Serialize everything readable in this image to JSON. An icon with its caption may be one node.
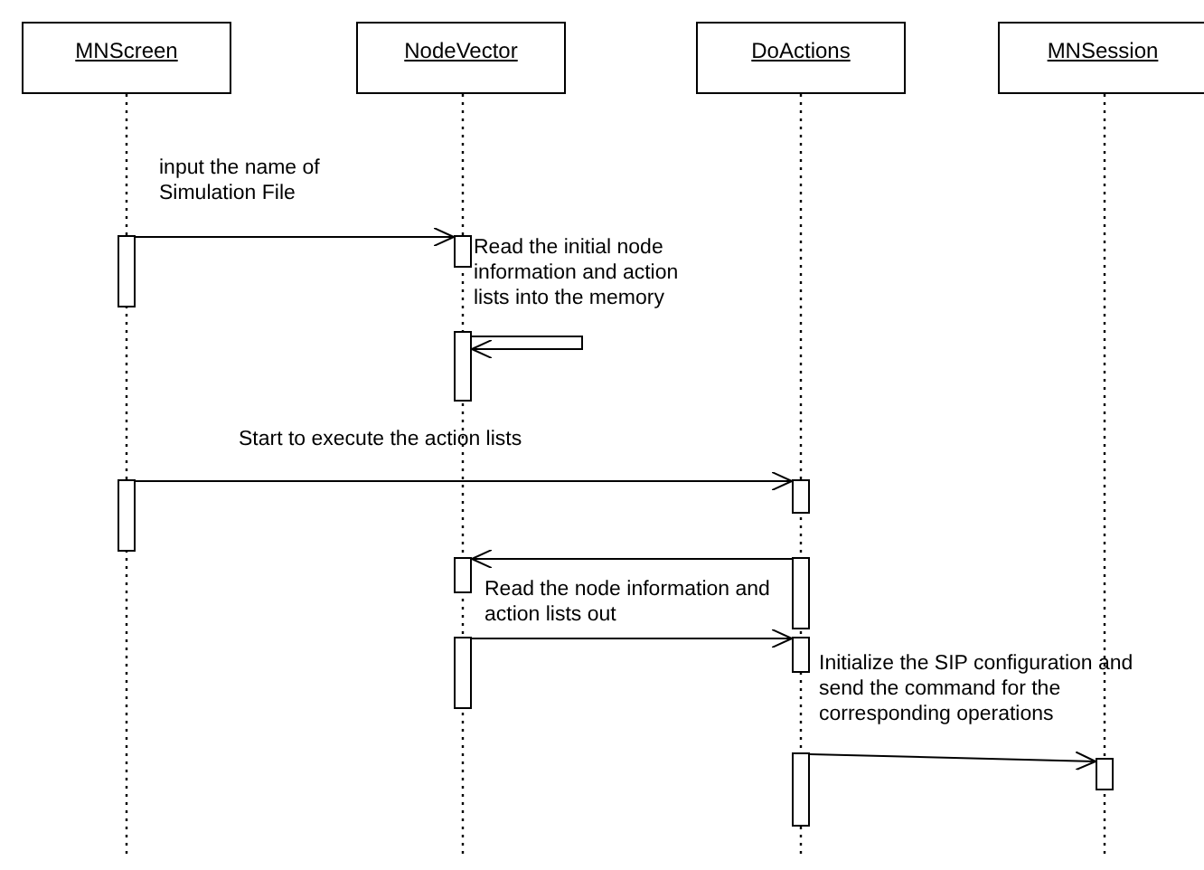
{
  "diagram": {
    "nodes": [
      {
        "text": [
          "MNScreen"
        ]
      },
      {
        "text": [
          "NodeVector"
        ]
      },
      {
        "text": [
          "DoActions"
        ]
      },
      {
        "text": [
          "MNSession"
        ]
      },
      {
        "text": [],
        "shape": "bar"
      },
      {
        "text": [],
        "shape": "bar"
      },
      {
        "text": [],
        "shape": "bar"
      },
      {
        "text": [],
        "shape": "bar"
      },
      {
        "text": [],
        "shape": "bar"
      },
      {
        "text": [],
        "shape": "bar"
      },
      {
        "text": [],
        "shape": "bar"
      },
      {
        "text": [],
        "shape": "bar"
      },
      {
        "text": [],
        "shape": "bar"
      },
      {
        "text": [],
        "shape": "bar"
      },
      {
        "text": [],
        "shape": "bar"
      }
    ],
    "edges": [
      {
        "from": 4,
        "to": 5,
        "arrow": "to",
        "label": "input the name of Simulation File"
      },
      {
        "from": 6,
        "to": 6,
        "arrow": "to",
        "label": "Read the initial node information and action lists into the memory"
      },
      {
        "from": 7,
        "to": 8,
        "arrow": "to",
        "label": "Start to execute the action lists"
      },
      {
        "from": 10,
        "to": 9,
        "arrow": "to"
      },
      {
        "from": 11,
        "to": 12,
        "arrow": "to",
        "label": "Read the node information and action lists out"
      },
      {
        "from": 13,
        "to": 14,
        "arrow": "to",
        "label": "Initialize the SIP configuration and send the command for the corresponding operations"
      }
    ]
  }
}
